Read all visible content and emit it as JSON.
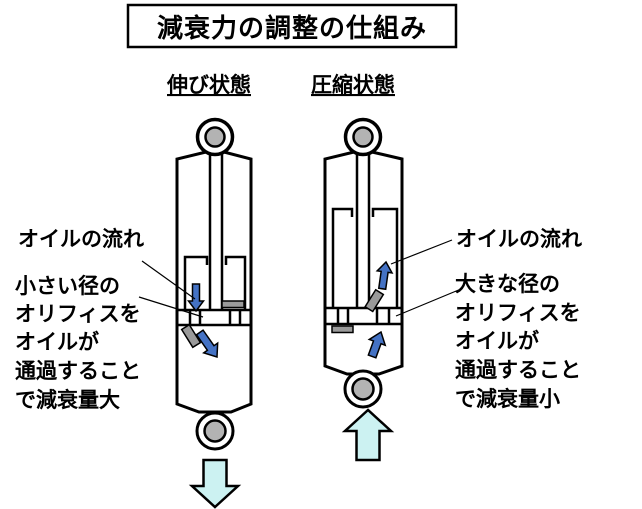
{
  "title": "減衰力の調整の仕組み",
  "left_shock": {
    "heading": "伸び状態",
    "flow_label": "オイルの流れ",
    "note_lines": [
      "小さい径の",
      "オリフィスを",
      "オイルが",
      "通過すること",
      "で減衰量大"
    ],
    "oil_flow_direction": "down",
    "motion_direction": "down"
  },
  "right_shock": {
    "heading": "圧縮状態",
    "flow_label": "オイルの流れ",
    "note_lines": [
      "大きな径の",
      "オリフィスを",
      "オイルが",
      "通過すること",
      "で減衰量小"
    ],
    "oil_flow_direction": "up",
    "motion_direction": "up"
  },
  "colors": {
    "oil_arrow": "#4472C4",
    "motion_arrow": "#CCF2F2",
    "valve_shim": "#9A9A9A",
    "eye_bushing": "#B3B3B3",
    "line": "#000000"
  }
}
